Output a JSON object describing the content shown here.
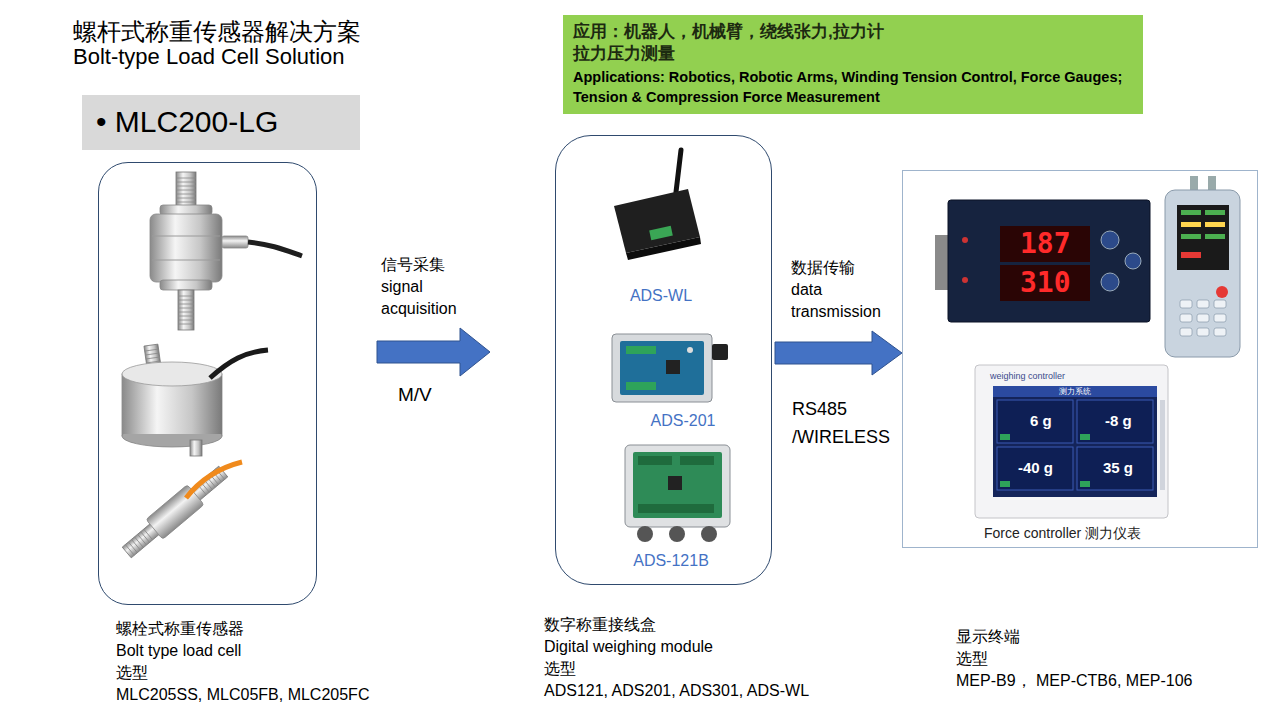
{
  "diagram": {
    "title": "螺杆式称重传感器解决方案",
    "nodes": [
      {
        "text": [
          "• MLC200-LG"
        ]
      },
      {
        "text": [
          "应用：机器人，机械臂，绕线张力,拉力计 拉力压力测量",
          "Applications: Robotics, Robotic Arms, Winding Tension Control, Force Gauges; Tension & Compression Force Measurement"
        ]
      },
      {
        "text": [
          "螺栓式称重传感器",
          "Bolt type load cell",
          "选型",
          "MLC205SS, MLC05FB, MLC205FC"
        ]
      },
      {
        "text": [
          "ADS-WL",
          "ADS-201",
          "ADS-121B",
          "数字称重接线盒",
          "Digital weighing module",
          "选型",
          "ADS121, ADS201, ADS301, ADS-WL"
        ]
      },
      {
        "text": [
          "Force controller 测力仪表",
          "显示终端",
          "选型",
          "MEP-B9， MEP-CTB6, MEP-106"
        ]
      }
    ],
    "edges": [
      {
        "from": 2,
        "to": 3,
        "arrow": "to",
        "label": "M/V"
      },
      {
        "from": 3,
        "to": 4,
        "arrow": "to",
        "label": "RS485 /WIRELESS"
      }
    ],
    "labels": [
      "Bolt-type Load Cell Solution",
      "信号采集",
      "signal acquisition",
      "数据传输",
      "data transmission",
      "187",
      "310",
      "weighing controller",
      "测力系统",
      "6 g",
      "-8 g",
      "-40 g",
      "35 g"
    ]
  }
}
